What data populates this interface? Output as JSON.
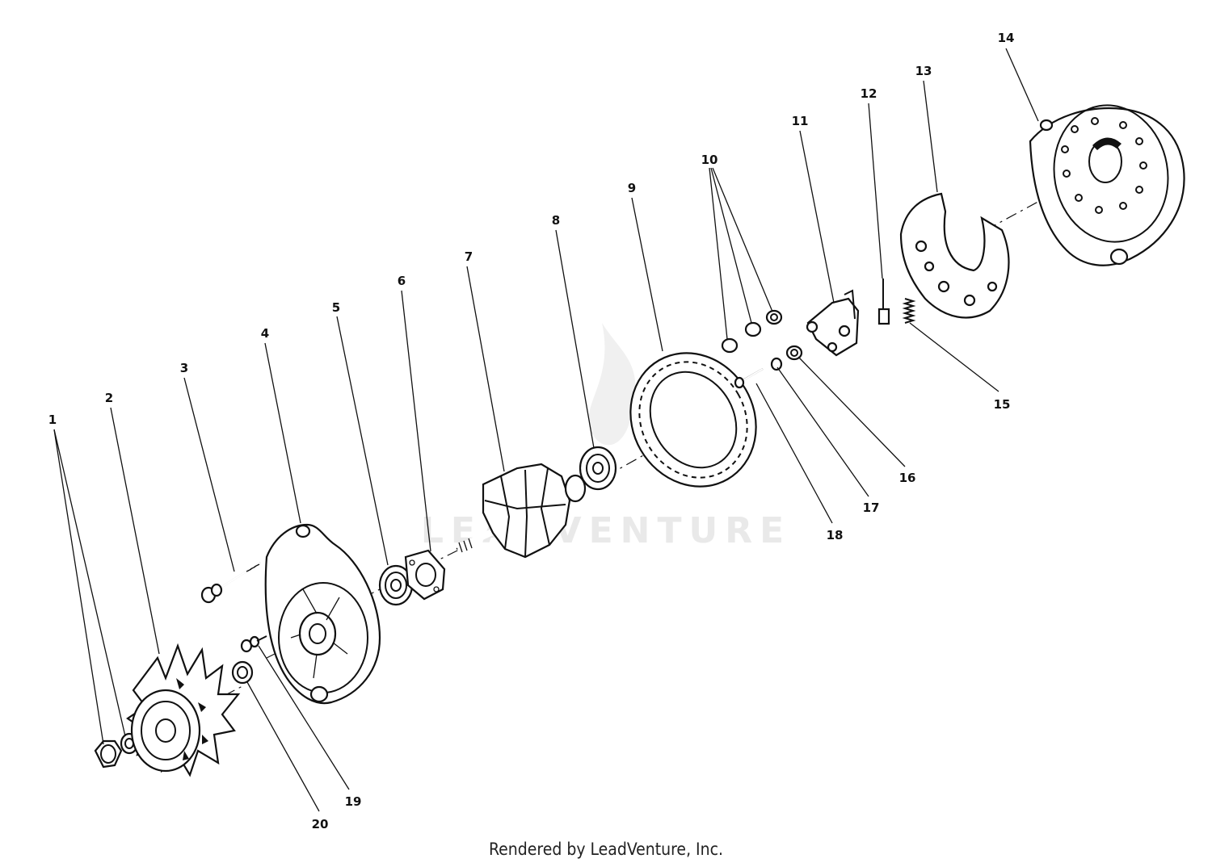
{
  "diagram": {
    "parts": [
      {
        "number": "1"
      },
      {
        "number": "2"
      },
      {
        "number": "3"
      },
      {
        "number": "4"
      },
      {
        "number": "5"
      },
      {
        "number": "6"
      },
      {
        "number": "7"
      },
      {
        "number": "8"
      },
      {
        "number": "9"
      },
      {
        "number": "10"
      },
      {
        "number": "11"
      },
      {
        "number": "12"
      },
      {
        "number": "13"
      },
      {
        "number": "14"
      },
      {
        "number": "15"
      },
      {
        "number": "16"
      },
      {
        "number": "17"
      },
      {
        "number": "18"
      },
      {
        "number": "19"
      },
      {
        "number": "20"
      }
    ],
    "watermark": "LEADVENTURE"
  },
  "footer": {
    "rendered_by": "Rendered by LeadVenture, Inc."
  }
}
